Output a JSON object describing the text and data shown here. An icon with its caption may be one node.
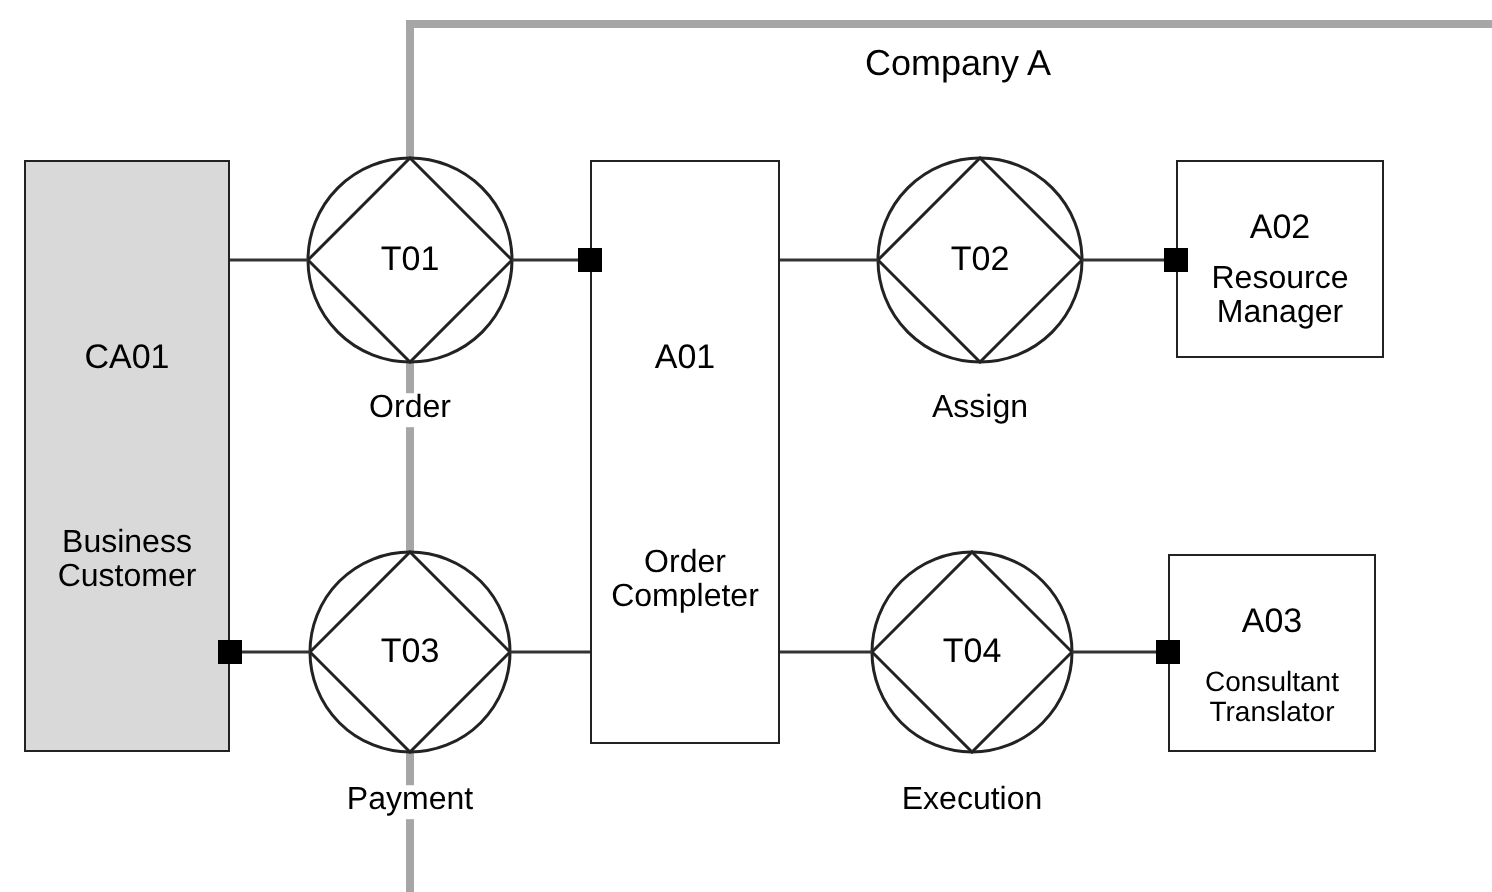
{
  "diagram": {
    "nodes": [
      {
        "text": [
          "Company A"
        ]
      },
      {
        "text": [
          "CA01",
          "Business Customer"
        ]
      },
      {
        "text": [
          "T01"
        ],
        "beside": [
          "Order"
        ]
      },
      {
        "text": [
          "A01",
          "Order Completer"
        ],
        "in": 0
      },
      {
        "text": [
          "T02"
        ],
        "beside": [
          "Assign"
        ],
        "in": 0
      },
      {
        "text": [
          "A02",
          "Resource Manager"
        ],
        "in": 0
      },
      {
        "text": [
          "T03"
        ],
        "beside": [
          "Payment"
        ]
      },
      {
        "text": [
          "T04"
        ],
        "beside": [
          "Execution"
        ],
        "in": 0
      },
      {
        "text": [
          "A03",
          "Consultant Translator"
        ],
        "in": 0
      }
    ],
    "edges": [
      {
        "from": 1,
        "to": 2,
        "arrow": "none"
      },
      {
        "from": 2,
        "to": 3,
        "arrow": "other"
      },
      {
        "from": 6,
        "to": 1,
        "arrow": "other"
      },
      {
        "from": 6,
        "to": 3,
        "arrow": "none"
      },
      {
        "from": 3,
        "to": 4,
        "arrow": "none"
      },
      {
        "from": 4,
        "to": 5,
        "arrow": "other"
      },
      {
        "from": 3,
        "to": 7,
        "arrow": "none"
      },
      {
        "from": 7,
        "to": 8,
        "arrow": "other"
      }
    ]
  }
}
